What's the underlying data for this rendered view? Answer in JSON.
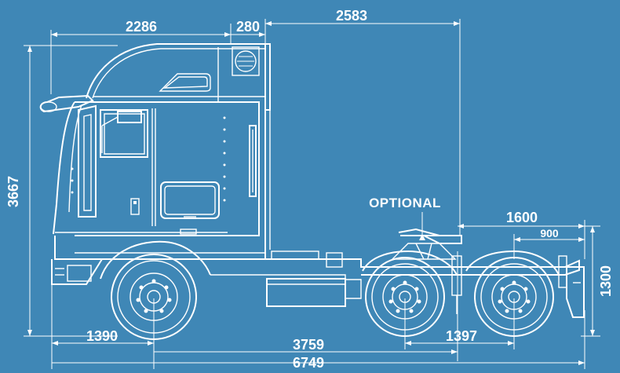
{
  "colors": {
    "background": "#3f87b6",
    "line": "#ffffff"
  },
  "dimensions": {
    "cab_length": "2286",
    "cab_gap": "280",
    "rear_overhang_top": "2583",
    "overall_height": "3667",
    "front_overhang": "1390",
    "wheelbase": "3759",
    "overall_length": "6749",
    "tandem_spacing": "1397",
    "fifth_wheel_range": "1600",
    "fifth_wheel_offset": "900",
    "frame_height": "1300"
  },
  "labels": {
    "optional": "OPTIONAL"
  }
}
